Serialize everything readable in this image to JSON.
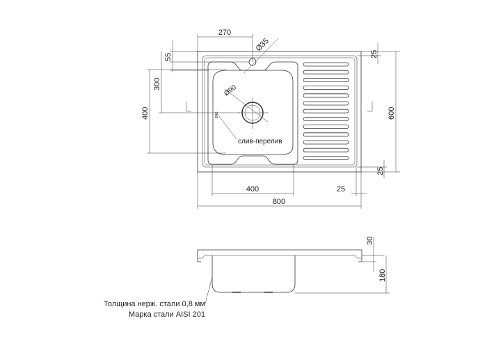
{
  "plan_view": {
    "dims": {
      "overflow_offset": "270",
      "overflow_diameter": "Ø35",
      "top_offset": "55",
      "drain_offset": "300",
      "bowl_length": "400",
      "total_depth": "600",
      "rim_top": "25",
      "rim_bottom": "25",
      "bowl_width": "400",
      "rim_side": "25",
      "total_width": "800",
      "drain_diameter": "Ø90"
    },
    "overflow_label": "слив-перелив",
    "overflow_small_label": "Ø40"
  },
  "section_view": {
    "dims": {
      "rim_height": "30",
      "bowl_depth": "180"
    },
    "note_thickness": "Толщина нерж. стали 0,8 мм",
    "note_grade": "Марка стали AISI 201"
  }
}
